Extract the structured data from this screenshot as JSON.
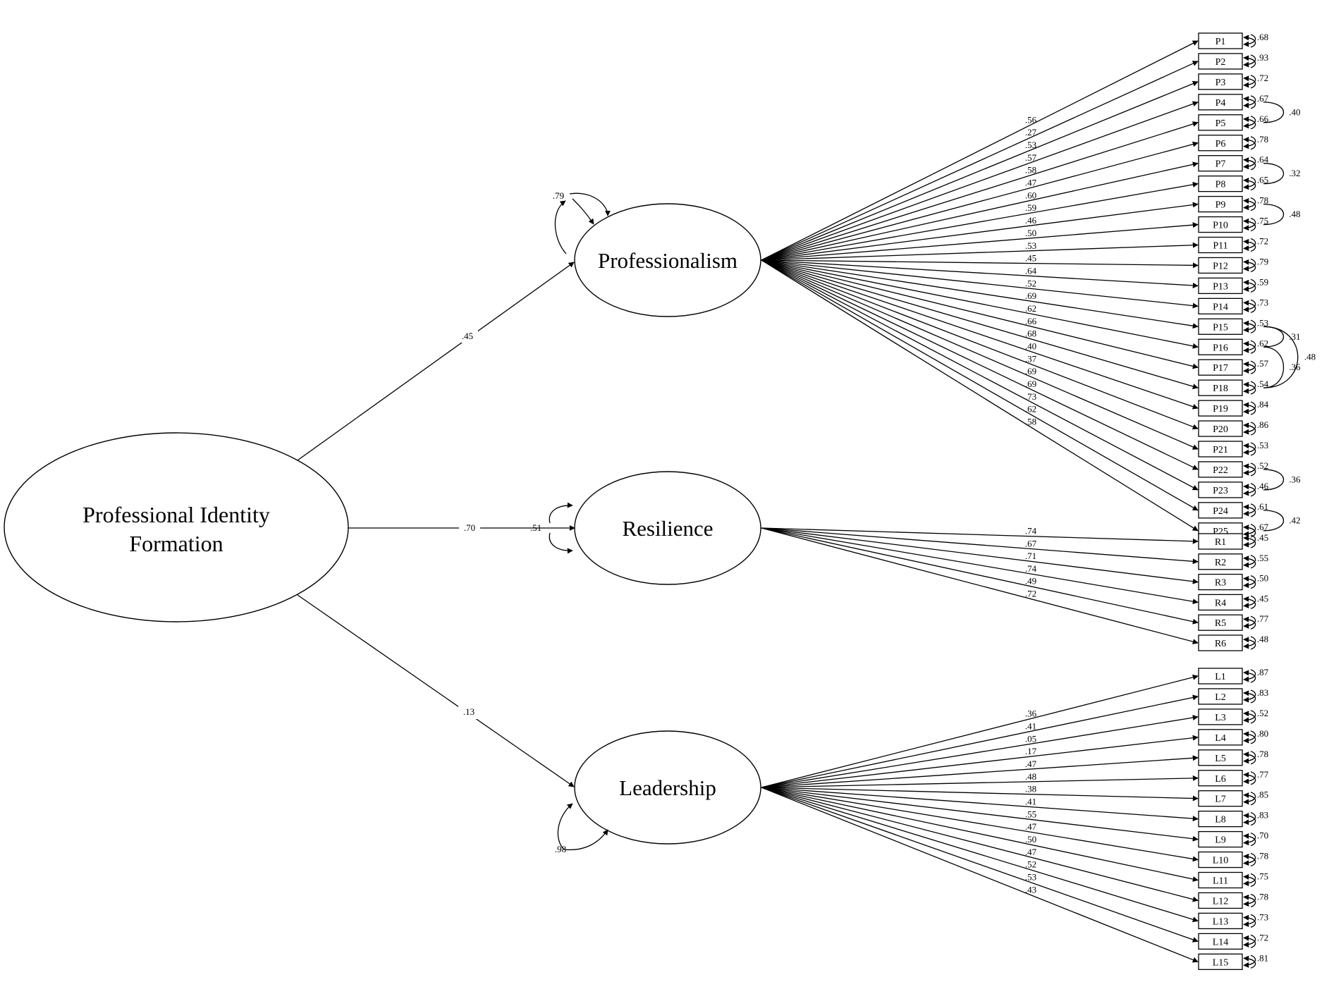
{
  "second_order": {
    "name": "Professional Identity Formation",
    "lines": [
      "Professional Identity",
      "Formation"
    ]
  },
  "factors": [
    {
      "key": "professionalism",
      "name": "Professionalism",
      "path_coefficient": ".45",
      "residual": ".79",
      "loadings": [
        ".56",
        ".27",
        ".53",
        ".57",
        ".58",
        ".47",
        ".60",
        ".59",
        ".46",
        ".50",
        ".53",
        ".45",
        ".64",
        ".52",
        ".69",
        ".62",
        ".66",
        ".68",
        ".40",
        ".37",
        ".69",
        ".69",
        ".73",
        ".62",
        ".58"
      ],
      "indicators": [
        "P1",
        "P2",
        "P3",
        "P4",
        "P5",
        "P6",
        "P7",
        "P8",
        "P9",
        "P10",
        "P11",
        "P12",
        "P13",
        "P14",
        "P15",
        "P16",
        "P17",
        "P18",
        "P19",
        "P20",
        "P21",
        "P22",
        "P23",
        "P24",
        "P25"
      ],
      "error_variances": [
        ".68",
        ".93",
        ".72",
        ".67",
        ".66",
        ".78",
        ".64",
        ".65",
        ".78",
        ".75",
        ".72",
        ".79",
        ".59",
        ".73",
        ".53",
        ".62",
        ".57",
        ".54",
        ".84",
        ".86",
        ".53",
        ".52",
        ".46",
        ".61",
        ".67"
      ],
      "error_covariances": [
        {
          "between": [
            "P4",
            "P5"
          ],
          "value": ".40"
        },
        {
          "between": [
            "P7",
            "P8"
          ],
          "value": ".32"
        },
        {
          "between": [
            "P9",
            "P10"
          ],
          "value": ".48"
        },
        {
          "between": [
            "P15",
            "P16"
          ],
          "value": ".31"
        },
        {
          "between": [
            "P16",
            "P18"
          ],
          "value": ".36"
        },
        {
          "between": [
            "P15",
            "P18"
          ],
          "value": ".48"
        },
        {
          "between": [
            "P22",
            "P23"
          ],
          "value": ".36"
        },
        {
          "between": [
            "P24",
            "P25"
          ],
          "value": ".42"
        }
      ]
    },
    {
      "key": "resilience",
      "name": "Resilience",
      "path_coefficient": ".70",
      "residual": ".51",
      "loadings": [
        ".74",
        ".67",
        ".71",
        ".74",
        ".49",
        ".72"
      ],
      "indicators": [
        "R1",
        "R2",
        "R3",
        "R4",
        "R5",
        "R6"
      ],
      "error_variances": [
        ".45",
        ".55",
        ".50",
        ".45",
        ".77",
        ".48"
      ],
      "error_covariances": []
    },
    {
      "key": "leadership",
      "name": "Leadership",
      "path_coefficient": ".13",
      "residual": ".98",
      "loadings": [
        ".36",
        ".41",
        ".05",
        ".17",
        ".47",
        ".48",
        ".38",
        ".41",
        ".55",
        ".47",
        ".50",
        ".47",
        ".52",
        ".53",
        ".43"
      ],
      "indicators": [
        "L1",
        "L2",
        "L3",
        "L4",
        "L5",
        "L6",
        "L7",
        "L8",
        "L9",
        "L10",
        "L11",
        "L12",
        "L13",
        "L14",
        "L15"
      ],
      "error_variances": [
        ".87",
        ".83",
        ".52",
        ".80",
        ".78",
        ".77",
        ".85",
        ".83",
        ".70",
        ".78",
        ".75",
        ".78",
        ".73",
        ".72",
        ".81"
      ],
      "error_covariances": []
    }
  ]
}
